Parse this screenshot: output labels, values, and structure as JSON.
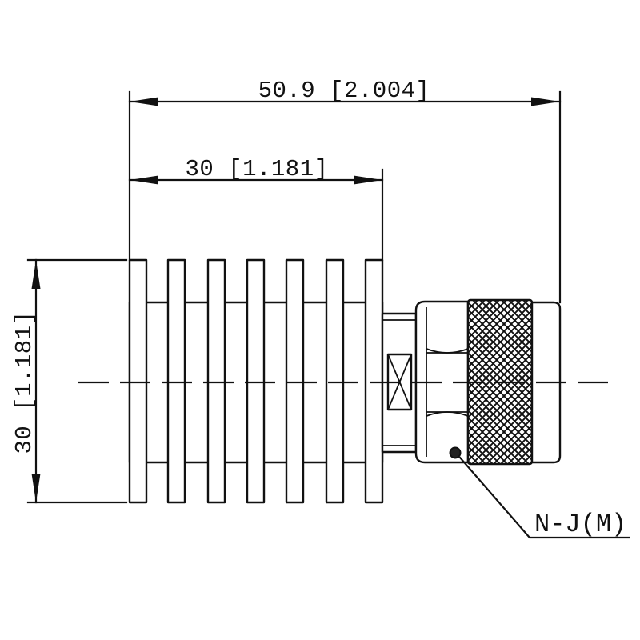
{
  "dimensions": {
    "overall_length": "50.9 [2.004]",
    "heatsink_length": "30 [1.181]",
    "heatsink_height": "30 [1.181]"
  },
  "callouts": {
    "connector": "N-J(M)"
  },
  "colors": {
    "line": "#111111",
    "background": "#ffffff"
  }
}
